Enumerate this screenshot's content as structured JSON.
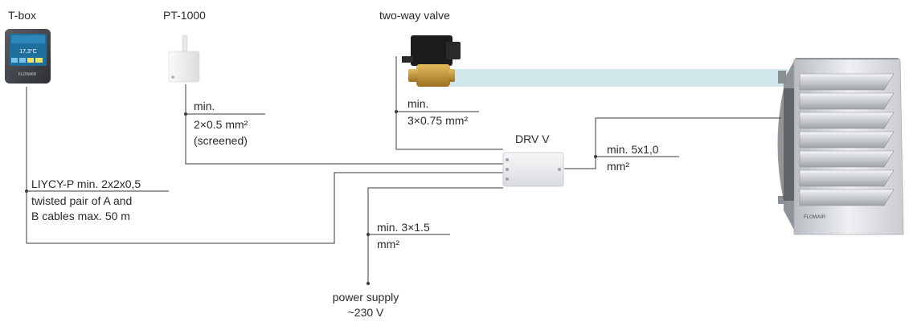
{
  "components": {
    "tbox": {
      "title": "T-box",
      "screen_logo": "FLOWAIR",
      "screen_value": "17,3°C",
      "icon": "controller-icon"
    },
    "pt1000": {
      "title": "PT-1000",
      "icon": "temperature-sensor-icon"
    },
    "valve": {
      "title": "two-way valve",
      "icon": "valve-icon"
    },
    "drv": {
      "title": "DRV V",
      "icon": "junction-box-icon"
    },
    "heater": {
      "logo": "FLOWAIR",
      "icon": "air-heater-icon"
    }
  },
  "cables": {
    "sensor": {
      "line1": "min.",
      "line2": "2×0.5 mm²",
      "line3": "(screened)"
    },
    "valve": {
      "line1": "min.",
      "line2": "3×0.75 mm²"
    },
    "heater": {
      "line1": "min. 5x1,0",
      "line2": "mm²"
    },
    "tbox": {
      "line1": "LIYCY-P min. 2x2x0,5",
      "line2": "twisted pair of A and",
      "line3": "B cables max. 50 m"
    },
    "power": {
      "line1": "min. 3×1.5",
      "line2": "mm²"
    }
  },
  "power_supply": {
    "line1": "power supply",
    "line2": "~230 V"
  },
  "colors": {
    "wire": "#3a3a3a",
    "pipe": "#cfe6ea",
    "valve_brass": "#c89a3a",
    "tbox_screen": "#1f6f9e"
  }
}
